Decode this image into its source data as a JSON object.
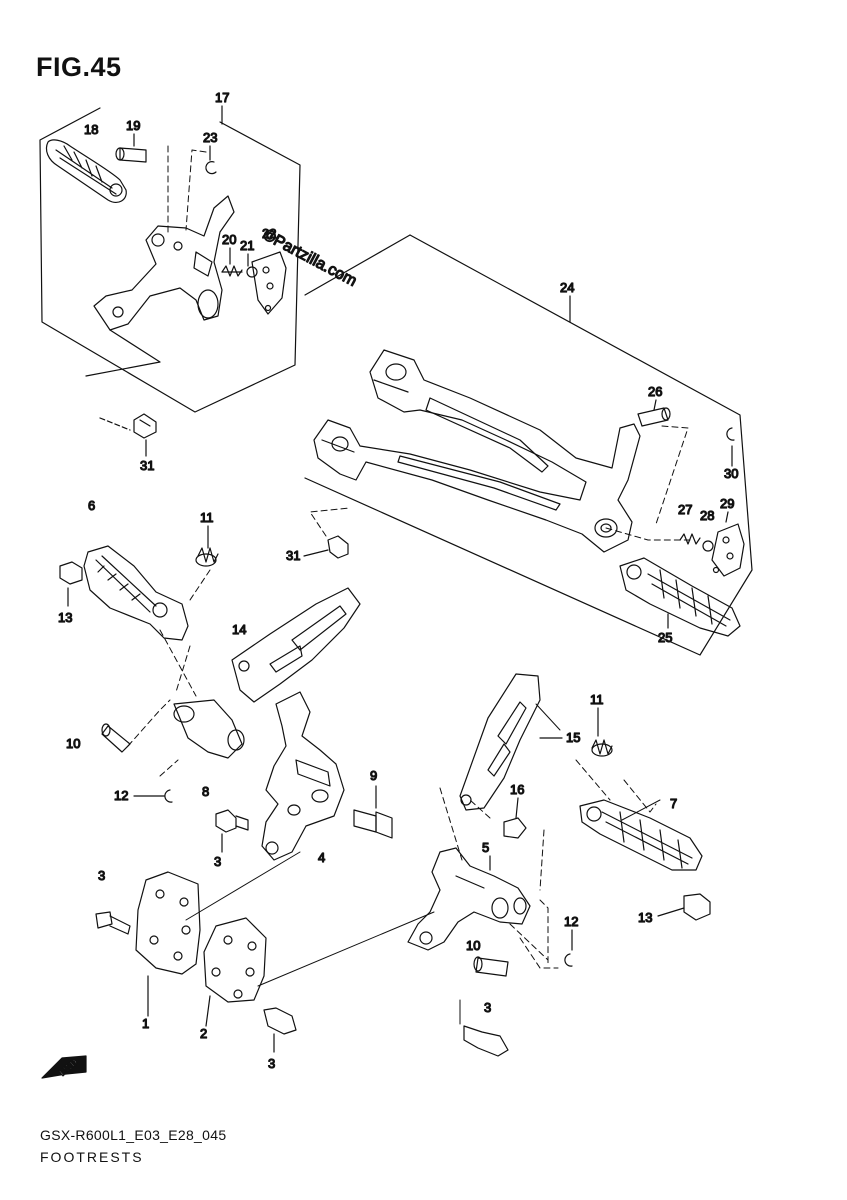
{
  "figure": {
    "title": "FIG.45"
  },
  "watermark": "©Partzilla.com",
  "forward_badge": "FWD",
  "callouts": [
    "17",
    "18",
    "19",
    "23",
    "20",
    "21",
    "22",
    "31",
    "24",
    "26",
    "30",
    "29",
    "27",
    "28",
    "25",
    "31",
    "6",
    "11",
    "13",
    "14",
    "10",
    "12",
    "8",
    "9",
    "3",
    "4",
    "11",
    "15",
    "16",
    "5",
    "7",
    "12",
    "10",
    "13",
    "3",
    "1",
    "2",
    "3",
    "3"
  ],
  "footer": {
    "model_code": "GSX-R600L1_E03_E28_045",
    "section_name": "FOOTRESTS"
  }
}
